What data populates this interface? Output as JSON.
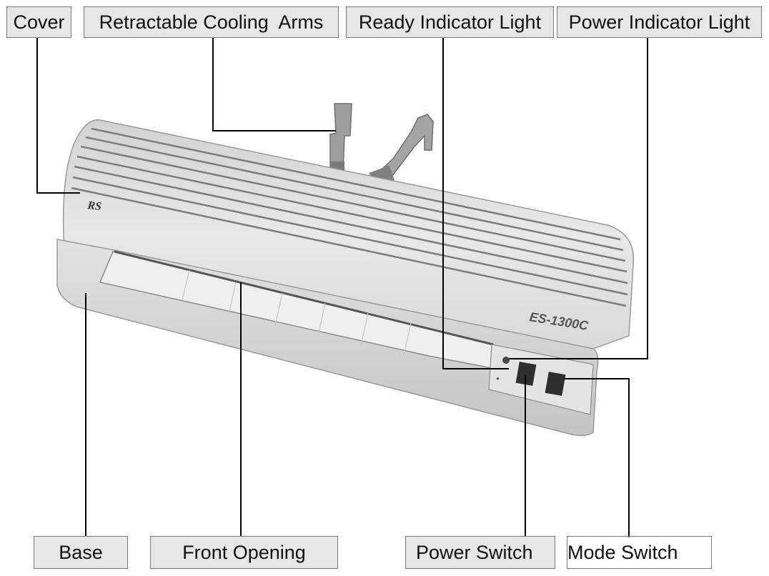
{
  "labels": {
    "cover": "Cover",
    "cooling_arms": "Retractable Cooling  Arms",
    "ready_light": "Ready Indicator Light",
    "power_light": "Power Indicator Light",
    "base": "Base",
    "front_opening": "Front Opening",
    "power_switch": "Power Switch",
    "mode_switch": "Mode Switch"
  },
  "device": {
    "model": "ES-1300C",
    "brand": "RS"
  }
}
